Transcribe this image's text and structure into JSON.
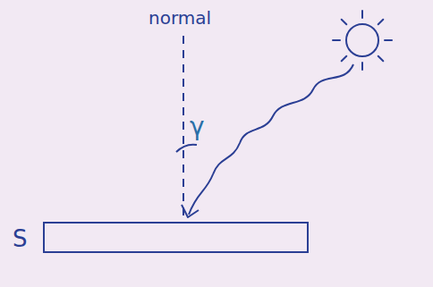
{
  "diagram": {
    "nodes": [
      {
        "text": [
          "S"
        ]
      }
    ],
    "labels": [
      "normal",
      "γ"
    ]
  }
}
